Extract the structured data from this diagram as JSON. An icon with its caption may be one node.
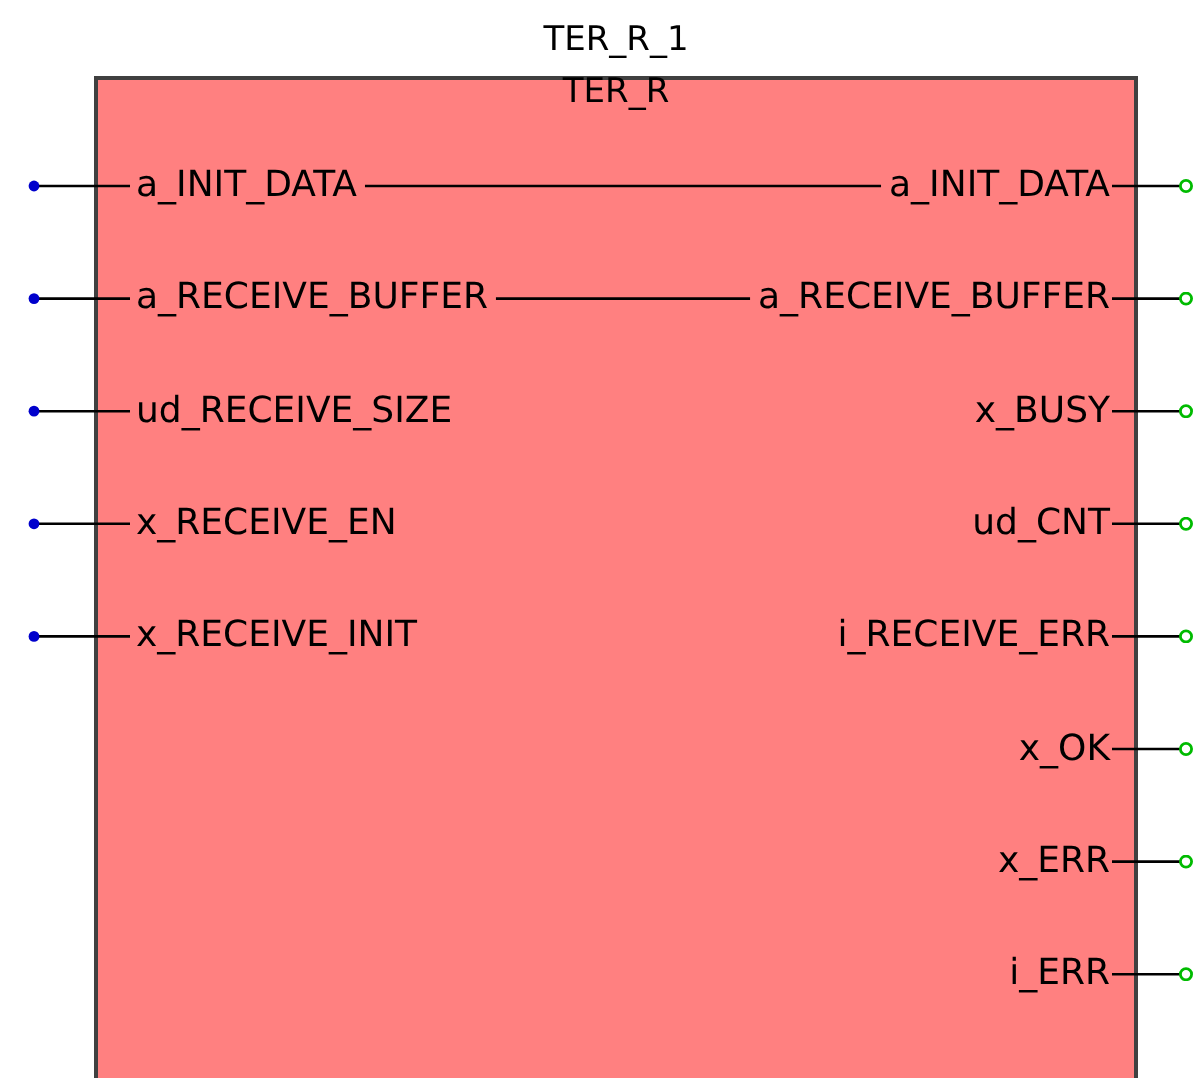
{
  "diagram": {
    "nodes": [
      {
        "text": [
          "TER_R_1",
          "TER_R"
        ]
      },
      {
        "text": [
          "a_INIT_DATA"
        ],
        "in": 0
      },
      {
        "text": [
          "a_RECEIVE_BUFFER"
        ],
        "in": 0
      },
      {
        "text": [
          "ud_RECEIVE_SIZE"
        ],
        "in": 0
      },
      {
        "text": [
          "x_RECEIVE_EN"
        ],
        "in": 0
      },
      {
        "text": [
          "x_RECEIVE_INIT"
        ],
        "in": 0
      },
      {
        "text": [
          "a_INIT_DATA"
        ],
        "in": 0
      },
      {
        "text": [
          "a_RECEIVE_BUFFER"
        ],
        "in": 0
      },
      {
        "text": [
          "x_BUSY"
        ],
        "in": 0
      },
      {
        "text": [
          "ud_CNT"
        ],
        "in": 0
      },
      {
        "text": [
          "i_RECEIVE_ERR"
        ],
        "in": 0
      },
      {
        "text": [
          "x_OK"
        ],
        "in": 0
      },
      {
        "text": [
          "x_ERR"
        ],
        "in": 0
      },
      {
        "text": [
          "i_ERR"
        ],
        "in": 0
      }
    ],
    "edges": [
      {
        "from": 1,
        "to": 6,
        "arrow": "none"
      },
      {
        "from": 2,
        "to": 7,
        "arrow": "none"
      },
      {
        "from": null,
        "to": 1,
        "arrow": "other"
      },
      {
        "from": null,
        "to": 2,
        "arrow": "other"
      },
      {
        "from": null,
        "to": 3,
        "arrow": "other"
      },
      {
        "from": null,
        "to": 4,
        "arrow": "other"
      },
      {
        "from": null,
        "to": 5,
        "arrow": "other"
      },
      {
        "from": 6,
        "to": null,
        "arrow": "other"
      },
      {
        "from": 7,
        "to": null,
        "arrow": "other"
      },
      {
        "from": 8,
        "to": null,
        "arrow": "other"
      },
      {
        "from": 9,
        "to": null,
        "arrow": "other"
      },
      {
        "from": 10,
        "to": null,
        "arrow": "other"
      },
      {
        "from": 11,
        "to": null,
        "arrow": "other"
      },
      {
        "from": 12,
        "to": null,
        "arrow": "other"
      },
      {
        "from": 13,
        "to": null,
        "arrow": "other"
      }
    ]
  }
}
